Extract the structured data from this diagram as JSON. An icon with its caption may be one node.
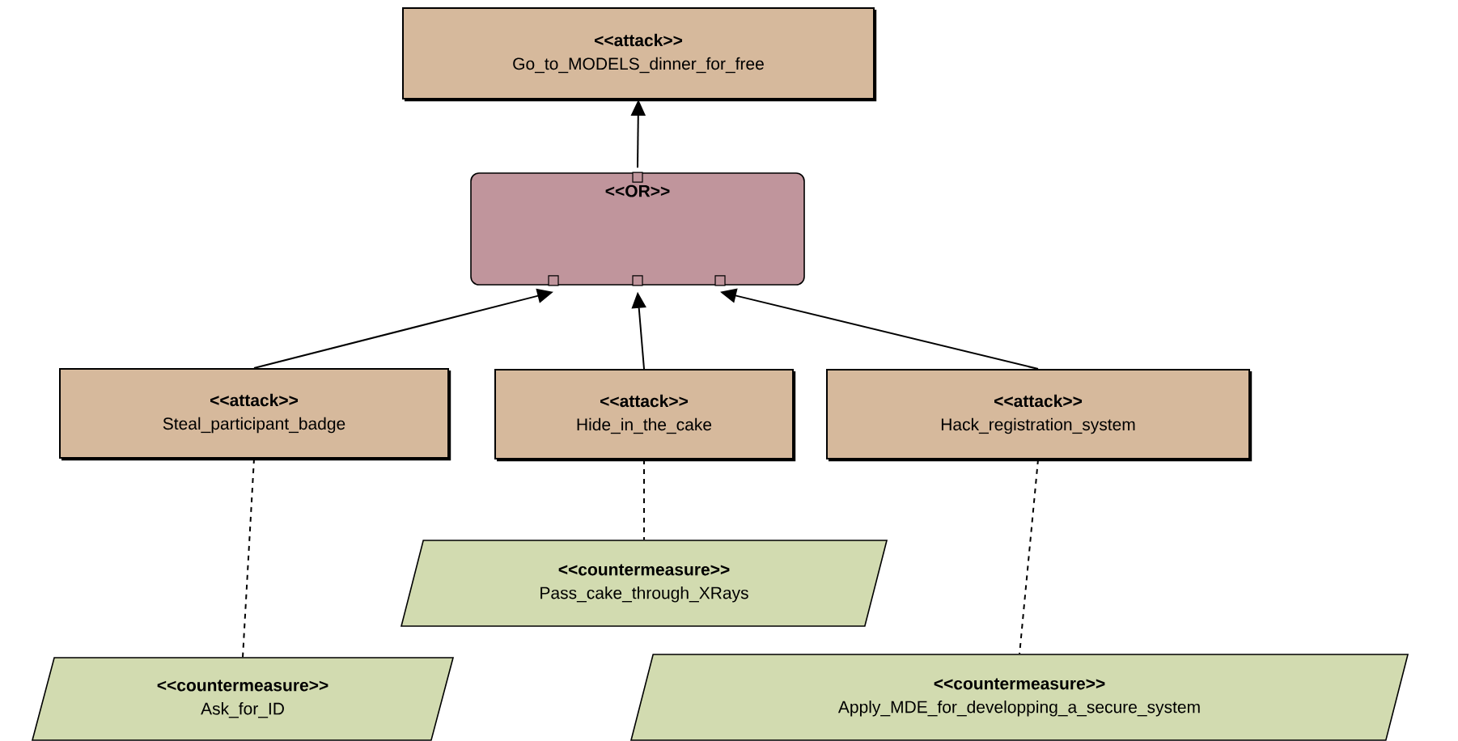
{
  "diagram": {
    "nodes": [
      {
        "text": [
          "<<attack>>",
          "Go_to_MODELS_dinner_for_free"
        ]
      },
      {
        "text": [
          "<<OR>>"
        ]
      },
      {
        "text": [
          "<<attack>>",
          "Steal_participant_badge"
        ]
      },
      {
        "text": [
          "<<attack>>",
          "Hide_in_the_cake"
        ]
      },
      {
        "text": [
          "<<attack>>",
          "Hack_registration_system"
        ]
      },
      {
        "text": [
          "<<countermeasure>>",
          "Pass_cake_through_XRays"
        ]
      },
      {
        "text": [
          "<<countermeasure>>",
          "Ask_for_ID"
        ]
      },
      {
        "text": [
          "<<countermeasure>>",
          "Apply_MDE_for_developping_a_secure_system"
        ]
      }
    ],
    "edges": [
      {
        "from": 1,
        "to": 0,
        "arrow": "to"
      },
      {
        "from": 2,
        "to": 1,
        "arrow": "to"
      },
      {
        "from": 3,
        "to": 1,
        "arrow": "to"
      },
      {
        "from": 4,
        "to": 1,
        "arrow": "to"
      },
      {
        "from": 2,
        "to": 6,
        "arrow": "none",
        "style": "dashed"
      },
      {
        "from": 3,
        "to": 5,
        "arrow": "none",
        "style": "dashed"
      },
      {
        "from": 4,
        "to": 7,
        "arrow": "none",
        "style": "dashed"
      }
    ]
  }
}
